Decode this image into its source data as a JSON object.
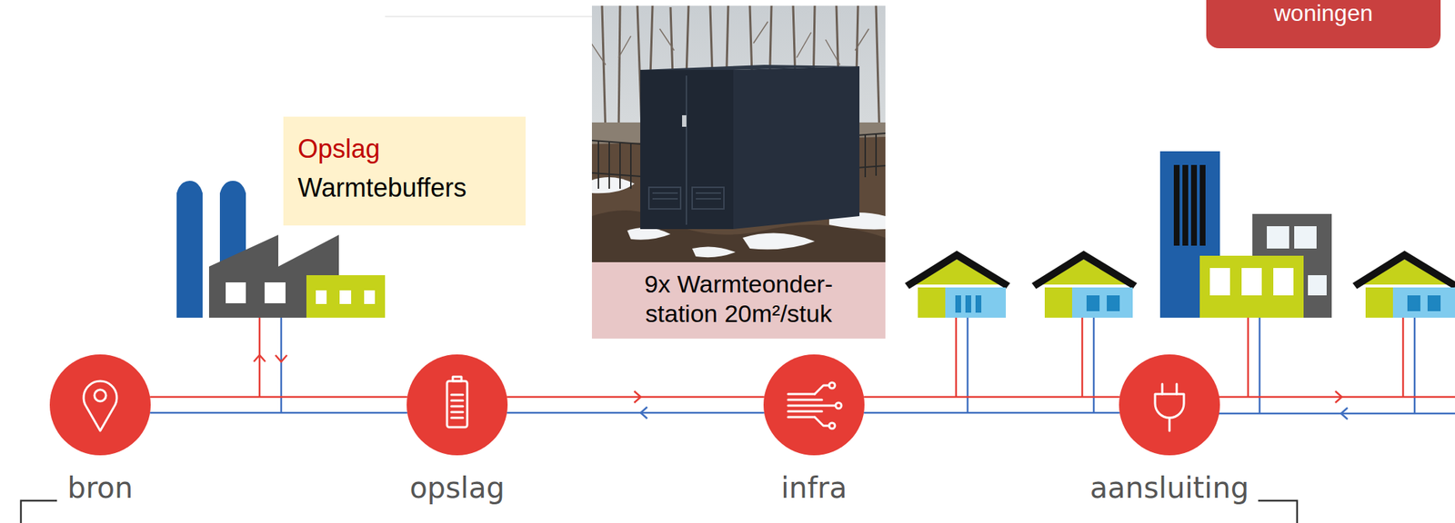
{
  "diagram": {
    "nodes": [
      {
        "text": [
          "woningen"
        ]
      },
      {
        "text": [
          "Opslag",
          "Warmtebuffers"
        ]
      },
      {
        "text": [
          "9x Warmteonder- station 20m²/stuk"
        ]
      },
      {
        "text": [
          "bron"
        ]
      },
      {
        "text": [
          "opslag"
        ]
      },
      {
        "text": [
          "infra"
        ]
      },
      {
        "text": [
          "aansluiting"
        ]
      }
    ],
    "edges": [
      {
        "from": 3,
        "to": 4,
        "arrow": "none"
      },
      {
        "from": 4,
        "to": 5,
        "arrow": "both"
      },
      {
        "from": 5,
        "to": 6,
        "arrow": "none"
      }
    ]
  }
}
